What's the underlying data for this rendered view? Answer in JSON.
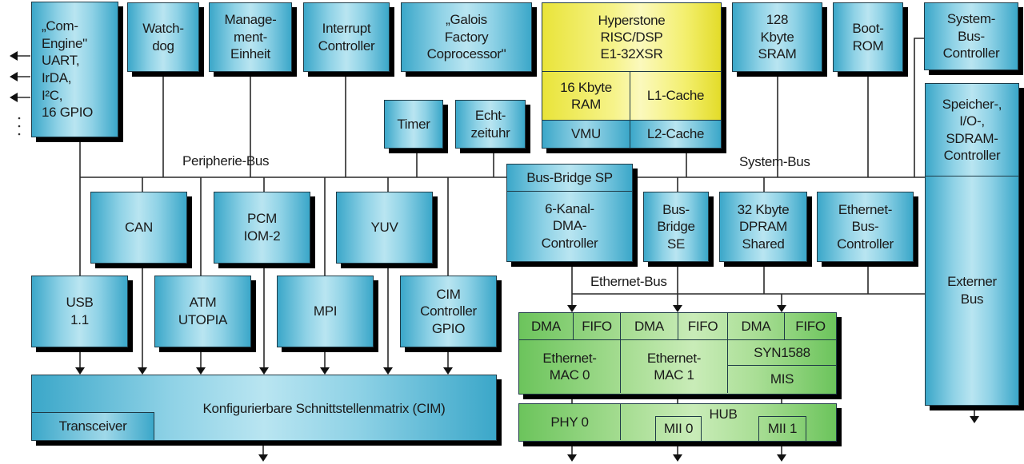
{
  "blocks": {
    "com_engine": "„Com-\nEngine\"\nUART,\nIrDA,\nI²C,\n16 GPIO",
    "watchdog": "Watch-\ndog",
    "management": "Manage-\nment-\nEinheit",
    "interrupt": "Interrupt\nController",
    "galois": "„Galois\nFactory\nCoprocessor\"",
    "cpu": {
      "title": "Hyperstone\nRISC/DSP\nE1-32XSR",
      "ram": "16 Kbyte\nRAM",
      "l1": "L1-Cache",
      "vmu": "VMU",
      "l2": "L2-Cache"
    },
    "sram": "128\nKbyte\nSRAM",
    "bootrom": "Boot-\nROM",
    "sysbus_ctrl": "System-\nBus-\nController",
    "mem_ctrl": "Speicher-,\nI/O-,\nSDRAM-\nController",
    "ext_bus": "Externer\nBus",
    "timer": "Timer",
    "rtc": "Echt-\nzeituhr",
    "bridge_sp": "Bus-Bridge SP",
    "dma6": "6-Kanal-\nDMA-\nController",
    "bridge_se": "Bus-\nBridge\nSE",
    "dpram": "32 Kbyte\nDPRAM\nShared",
    "eth_bus_ctrl": "Ethernet-\nBus-\nController",
    "can": "CAN",
    "pcm": "PCM\nIOM-2",
    "yuv": "YUV",
    "usb": "USB\n1.1",
    "atm": "ATM\nUTOPIA",
    "mpi": "MPI",
    "cim_ctrl": "CIM\nController\nGPIO",
    "cim": "Konfigurierbare Schnittstellenmatrix (CIM)",
    "transceiver": "Transceiver",
    "eth": {
      "dma": "DMA",
      "fifo": "FIFO",
      "mac0": "Ethernet-\nMAC 0",
      "mac1": "Ethernet-\nMAC 1",
      "syn": "SYN1588",
      "mis": "MIS",
      "phy0": "PHY 0",
      "hub": "HUB",
      "mii0": "MII 0",
      "mii1": "MII 1"
    }
  },
  "buses": {
    "peripheral": "Peripherie-Bus",
    "system": "System-Bus",
    "ethernet": "Ethernet-Bus"
  },
  "colors": {
    "peripheral_block": "#8fd2e6",
    "cpu_block": "#f6f38a",
    "ethernet_block": "#a9de95"
  }
}
